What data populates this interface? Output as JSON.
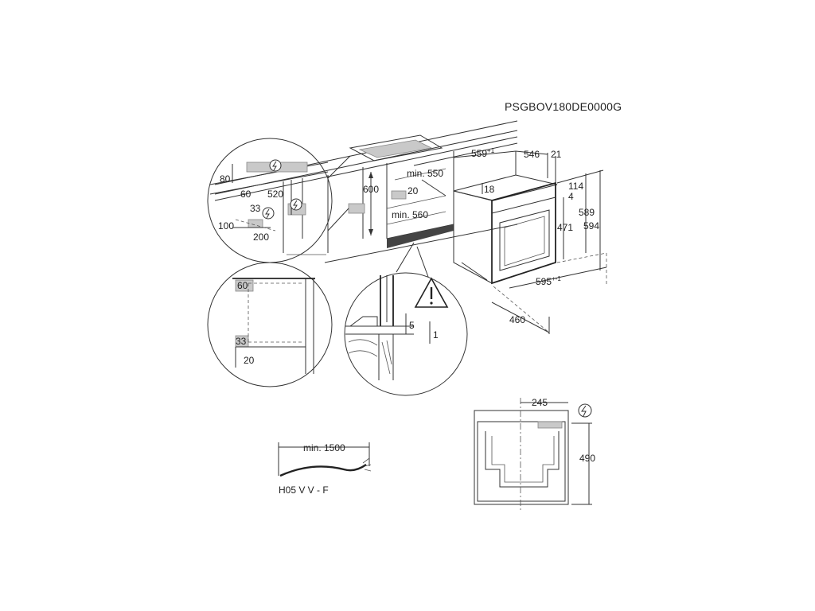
{
  "model_code": "PSGBOV180DE0000G",
  "dims": {
    "d559": "559",
    "d559_sup": "+1",
    "d546": "546",
    "d21": "21",
    "d18": "18",
    "d114": "114",
    "d4": "4",
    "d589": "589",
    "d594": "594",
    "d471": "471",
    "d595": "595",
    "d595_sup": "+-1",
    "d460": "460",
    "min550": "min. 550",
    "d600": "600",
    "d20a": "20",
    "min560": "min. 560",
    "d80": "80",
    "d60a": "60",
    "d520": "520",
    "d33a": "33",
    "d100": "100",
    "d200": "200",
    "d60b": "60",
    "d33b": "33",
    "d20b": "20",
    "d5": "5",
    "d1": "1",
    "d245": "245",
    "d490": "490",
    "min1500": "min. 1500",
    "cable": "H05 V V - F"
  },
  "icons": {
    "power": "electric-connection-icon",
    "warning": "warning-triangle-icon"
  },
  "colors": {
    "line": "#333333",
    "shade": "#c9c9c9"
  }
}
